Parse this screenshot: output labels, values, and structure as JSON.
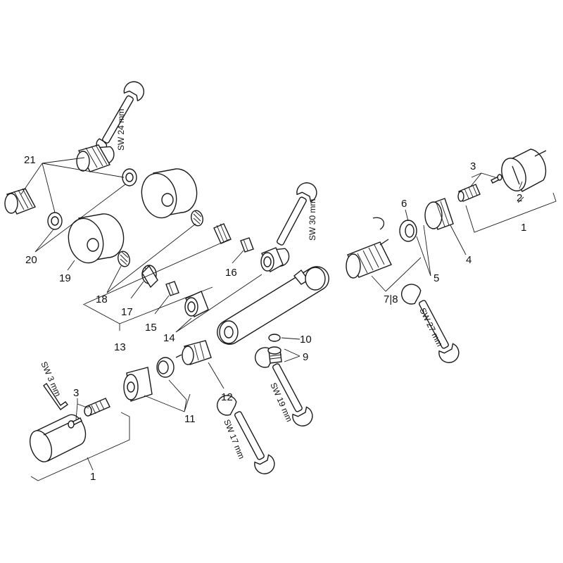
{
  "callouts": {
    "c1_right": "1",
    "c2": "2",
    "c3_right": "3",
    "c4": "4",
    "c5": "5",
    "c6": "6",
    "c7_8": "7|8",
    "c9": "9",
    "c10": "10",
    "c11": "11",
    "c12": "12",
    "c13": "13",
    "c14": "14",
    "c15": "15",
    "c16": "16",
    "c17": "17",
    "c18": "18",
    "c19": "19",
    "c20": "20",
    "c21": "21",
    "c3_left": "3",
    "c1_left": "1"
  },
  "wrenches": {
    "sw24": "SW 24 mm",
    "sw30": "SW 30 mm",
    "sw27": "SW 27 mm",
    "sw19": "SW 19 mm",
    "sw17": "SW 17 mm",
    "sw3": "SW 3 mm"
  }
}
